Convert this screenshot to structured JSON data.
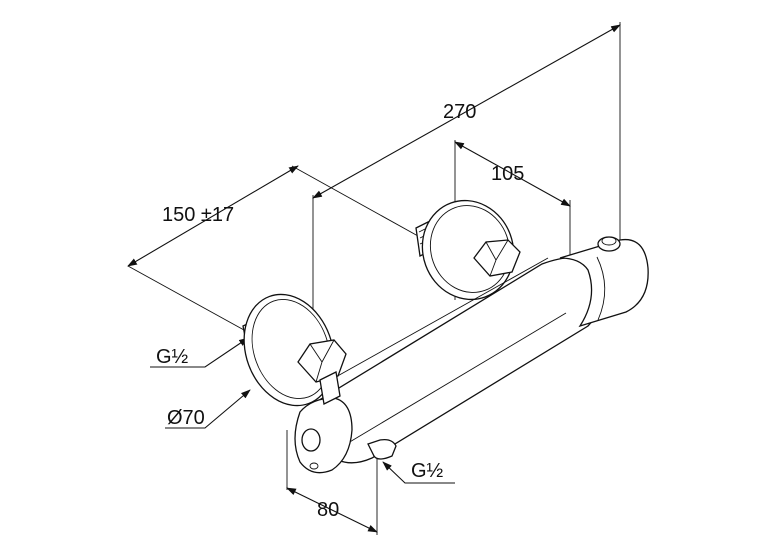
{
  "dimensions": {
    "overall_length": "270",
    "center_to_body": "105",
    "connection_distance": "150 ±17",
    "wall_clearance": "80"
  },
  "callouts": {
    "thread_left": "G½",
    "rosette_diameter": "Ø70",
    "thread_outlet": "G½"
  },
  "colors": {
    "line": "#111111",
    "background": "#ffffff"
  }
}
